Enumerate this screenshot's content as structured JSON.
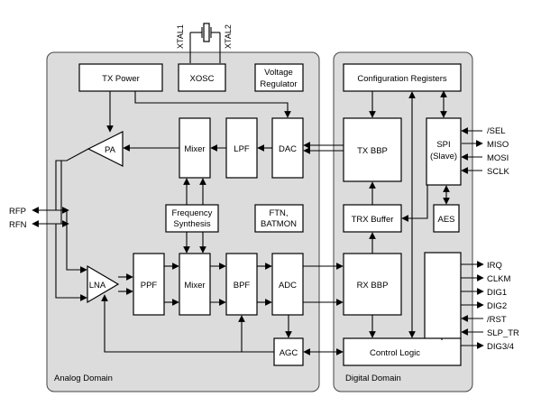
{
  "domains": {
    "analog": "Analog Domain",
    "digital": "Digital Domain"
  },
  "crystal": {
    "xtal1": "XTAL1",
    "xtal2": "XTAL2"
  },
  "blocks": {
    "tx_power": "TX Power",
    "xosc": "XOSC",
    "voltage_regulator": [
      "Voltage",
      "Regulator"
    ],
    "pa": "PA",
    "mixer_tx": "Mixer",
    "lpf": "LPF",
    "dac": "DAC",
    "freq_synth": [
      "Frequency",
      "Synthesis"
    ],
    "ftn_batmon": [
      "FTN,",
      "BATMON"
    ],
    "lna": "LNA",
    "ppf": "PPF",
    "mixer_rx": "Mixer",
    "bpf": "BPF",
    "adc": "ADC",
    "agc": "AGC",
    "config_regs": "Configuration Registers",
    "tx_bbp": "TX BBP",
    "spi": [
      "SPI",
      "(Slave)"
    ],
    "trx_buffer": "TRX Buffer",
    "aes": "AES",
    "rx_bbp": "RX BBP",
    "control_logic": "Control Logic"
  },
  "pins_left": [
    "RFP",
    "RFN"
  ],
  "pins_spi": [
    "/SEL",
    "MISO",
    "MOSI",
    "SCLK"
  ],
  "pins_ctrl": [
    "IRQ",
    "CLKM",
    "DIG1",
    "DIG2",
    "/RST",
    "SLP_TR",
    "DIG3/4"
  ]
}
